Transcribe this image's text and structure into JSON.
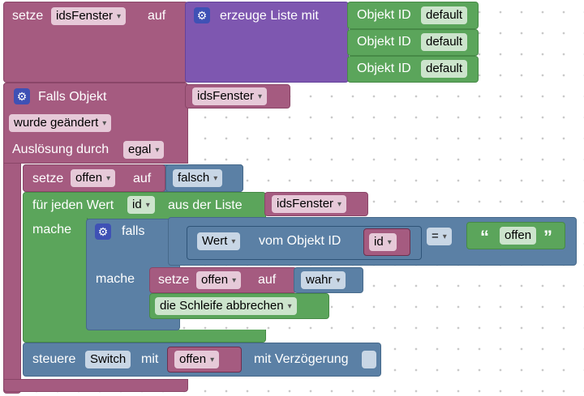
{
  "top": {
    "setze": "setze",
    "var": "idsFenster",
    "auf": "auf",
    "create_list": "erzeuge Liste mit",
    "items": [
      {
        "label": "Objekt ID",
        "value": "default"
      },
      {
        "label": "Objekt ID",
        "value": "default"
      },
      {
        "label": "Objekt ID",
        "value": "default"
      }
    ]
  },
  "trigger": {
    "label": "Falls Objekt",
    "object": "idsFenster",
    "changed": "wurde geändert",
    "trigger_by": "Auslösung durch",
    "trigger_value": "egal"
  },
  "set_offen": {
    "setze": "setze",
    "var": "offen",
    "auf": "auf",
    "value": "falsch"
  },
  "loop": {
    "label": "für jeden Wert",
    "var": "id",
    "from_list": "aus der Liste",
    "list": "idsFenster",
    "do": "mache"
  },
  "if_block": {
    "falls": "falls",
    "value_label": "Wert",
    "of_object": "vom Objekt ID",
    "id_var": "id",
    "op": "=",
    "string": "offen",
    "do": "mache"
  },
  "set_true": {
    "setze": "setze",
    "var": "offen",
    "auf": "auf",
    "value": "wahr"
  },
  "break": {
    "label": "die Schleife abbrechen"
  },
  "control": {
    "label": "steuere",
    "device": "Switch",
    "with": "mit",
    "var": "offen",
    "delay": "mit Verzögerung"
  },
  "icons": {
    "arrow": "▾",
    "gear": "⚙",
    "quote_open": "“",
    "quote_close": "”"
  }
}
